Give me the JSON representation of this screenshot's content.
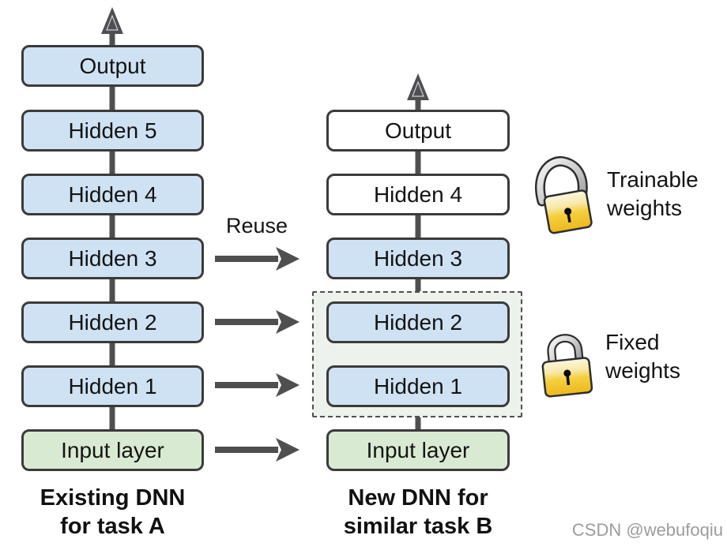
{
  "left_network": {
    "caption_line1": "Existing DNN",
    "caption_line2": "for task A",
    "layers": [
      "Output",
      "Hidden 5",
      "Hidden 4",
      "Hidden 3",
      "Hidden 2",
      "Hidden 1",
      "Input layer"
    ]
  },
  "right_network": {
    "caption_line1": "New DNN for",
    "caption_line2": "similar task B",
    "layers": [
      "Output",
      "Hidden 4",
      "Hidden 3",
      "Hidden 2",
      "Hidden 1",
      "Input layer"
    ]
  },
  "reuse_label": "Reuse",
  "legend": {
    "trainable": {
      "line1": "Trainable",
      "line2": "weights",
      "icon": "open-padlock-icon"
    },
    "fixed": {
      "line1": "Fixed",
      "line2": "weights",
      "icon": "closed-padlock-icon"
    }
  },
  "watermark": "CSDN @webufoqiu",
  "icons": {
    "up_arrow": "up-arrow-icon",
    "reuse_arrow": "right-arrow-icon",
    "open_padlock": "open-padlock-icon",
    "closed_padlock": "closed-padlock-icon"
  },
  "colors": {
    "hidden_layer_fill": "#cfe2f3",
    "new_layer_fill": "#ffffff",
    "input_layer_fill": "#d9ead3",
    "fixed_group_fill": "#edf2ec",
    "box_border": "#3b3b3b",
    "arrow": "#4f4f4f",
    "padlock_gold": "#f1c232",
    "watermark_text": "#9c9c9c"
  }
}
